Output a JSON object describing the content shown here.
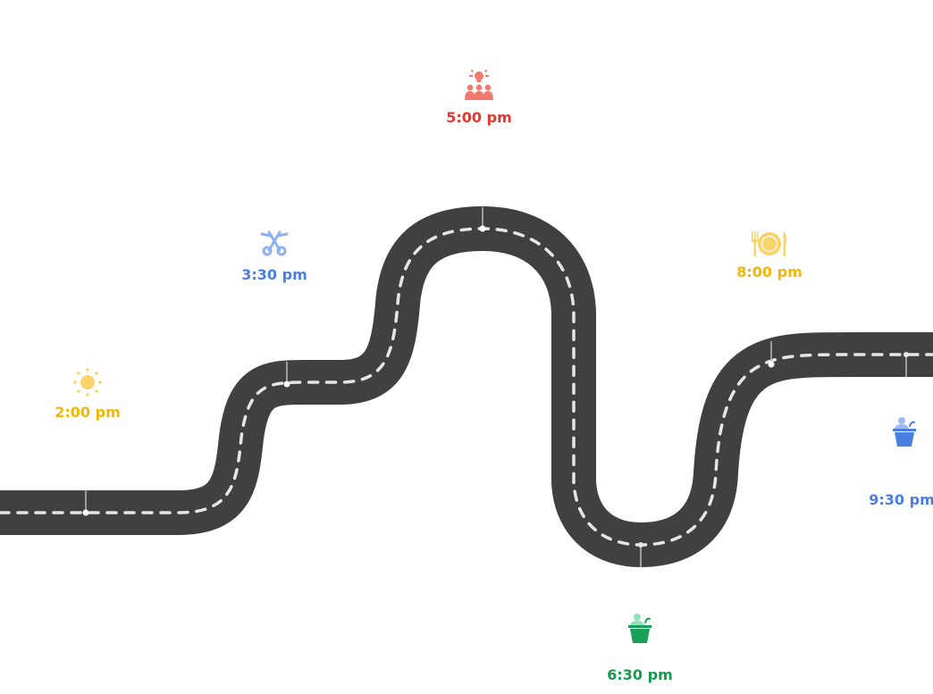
{
  "diagram": {
    "type": "roadmap-timeline",
    "road_color": "#404040",
    "lane_marking_color": "#e6e6e6",
    "connector_color": "#bdbdbd",
    "stops": [
      {
        "id": "stop-1",
        "time": "2:00 pm",
        "icon": "sun-icon",
        "color": "#f2b705",
        "icon_color": "#fbd36b",
        "description": ""
      },
      {
        "id": "stop-2",
        "time": "3:30 pm",
        "icon": "scissors-ribbon-icon",
        "color": "#4a7fe0",
        "icon_color": "#8fb0f0",
        "description": ""
      },
      {
        "id": "stop-3",
        "time": "5:00 pm",
        "icon": "team-idea-icon",
        "color": "#e03a2f",
        "icon_color": "#f47a70",
        "description": ""
      },
      {
        "id": "stop-4",
        "time": "6:30 pm",
        "icon": "podium-speaker-icon",
        "color": "#179a4e",
        "icon_color": "#1aa056",
        "description": ""
      },
      {
        "id": "stop-5",
        "time": "8:00 pm",
        "icon": "dinner-plate-icon",
        "color": "#f2b705",
        "icon_color": "#fbd36b",
        "description": ""
      },
      {
        "id": "stop-6",
        "time": "9:30 pm",
        "icon": "podium-speaker-icon",
        "color": "#4a7fe0",
        "icon_color": "#4a7fe0",
        "description": ""
      }
    ]
  }
}
